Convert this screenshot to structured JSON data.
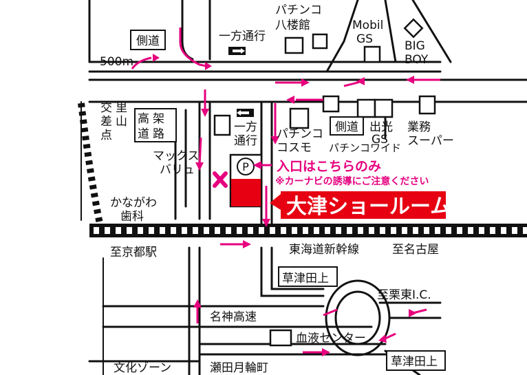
{
  "map": {
    "labels": {
      "pachinko_hachiroukan": [
        "パチンコ",
        "八楼館"
      ],
      "mobil_gs": [
        "Mobil",
        "GS"
      ],
      "big_boy": [
        "BIG",
        "BOY"
      ],
      "distance": "500m",
      "sokudo_top": "側道",
      "sokudo_right": "側道",
      "ippou_top": "一方通行",
      "ippou_mid": [
        "一方",
        "通行"
      ],
      "kosaten": [
        "交",
        "差",
        "点"
      ],
      "satoyama": [
        "里",
        "山"
      ],
      "kouka_douro": [
        "高",
        "架",
        "道",
        "路"
      ],
      "maxvalu": [
        "マックス",
        "バリュ"
      ],
      "pachinko_cosmo": [
        "パチンコ",
        "コスモ"
      ],
      "pachinko_wide": "パチンコワイド",
      "idemitsu_gs": [
        "出光",
        "GS"
      ],
      "gyomu_super": [
        "業務",
        "スーパー"
      ],
      "parking": "P",
      "entrance": "入口はこちらのみ",
      "carnavi_note": "※カーナビの誘導にご注意ください",
      "showroom": "大津ショールーム",
      "dentist": [
        "かながわ",
        "歯科"
      ],
      "to_kyoto": "至京都駅",
      "tokaido": "東海道新幹線",
      "to_nagoya": "至名古屋",
      "kusatsu_tagami_top": "草津田上",
      "to_ritto": "至栗東I.C.",
      "meishin": "名神高速",
      "ketsueki": "血液センター",
      "kusatsu_tagami_bottom": "草津田上",
      "bunka_zone": "文化ゾーン",
      "seta": "瀬田月輪町"
    },
    "colors": {
      "road_outline": "#111111",
      "accent_magenta": "#e6007e",
      "showroom_red": "#e60012",
      "rail": "#111111"
    }
  }
}
